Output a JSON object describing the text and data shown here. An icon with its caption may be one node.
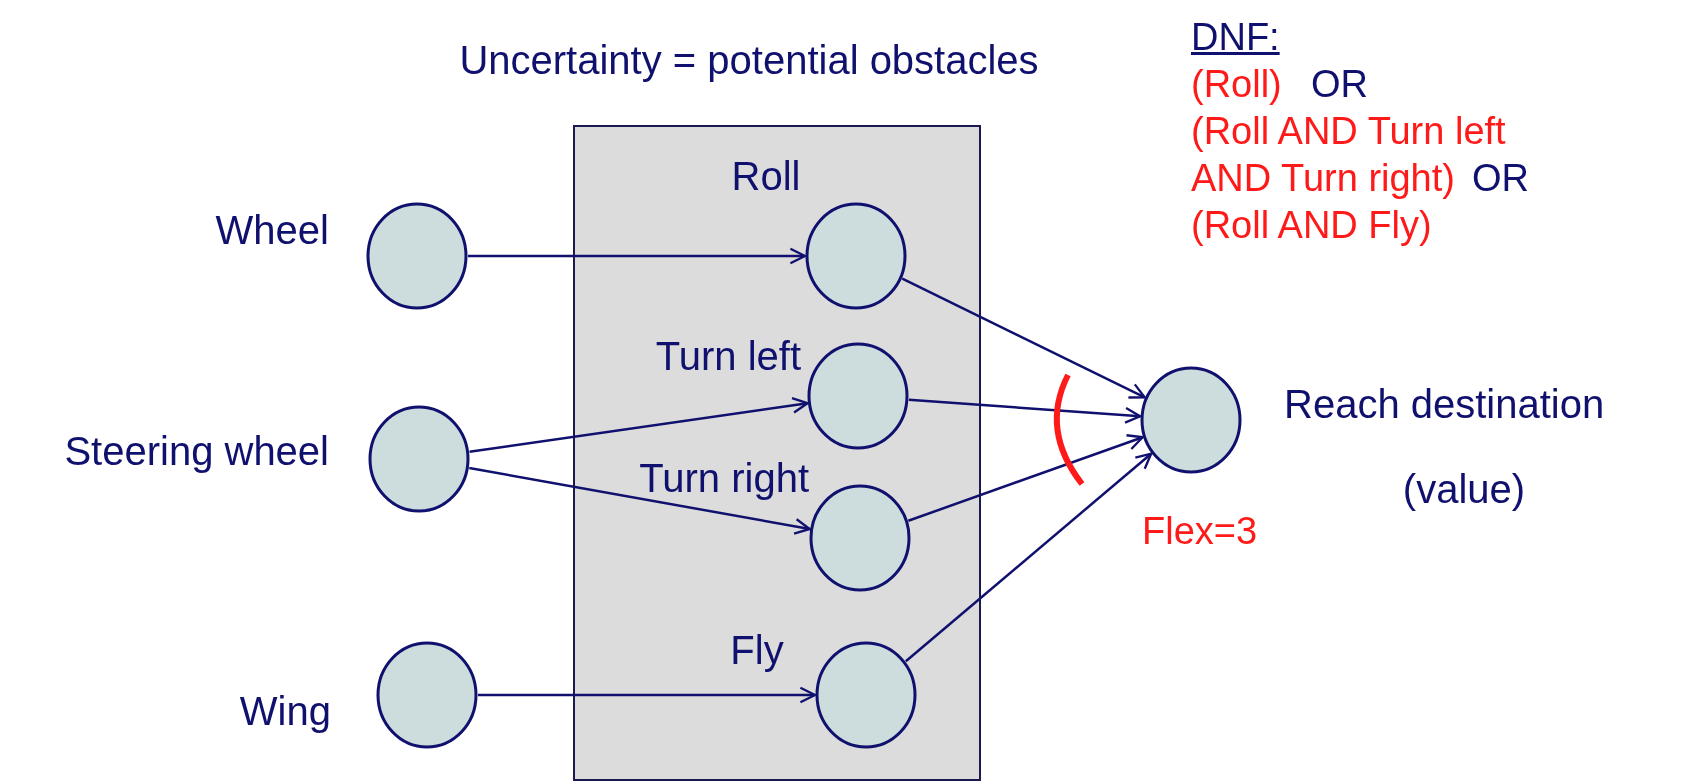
{
  "diagram": {
    "nodes": [
      {
        "text": [
          "Uncertainty = potential obstacles"
        ]
      },
      {
        "text": [
          "Wheel"
        ]
      },
      {
        "text": [
          "Steering wheel"
        ]
      },
      {
        "text": [
          "Wing"
        ]
      },
      {
        "text": [
          "Roll"
        ],
        "in": 0
      },
      {
        "text": [
          "Turn left"
        ],
        "in": 0
      },
      {
        "text": [
          "Turn right"
        ],
        "in": 0
      },
      {
        "text": [
          "Fly"
        ],
        "in": 0
      },
      {
        "text": [
          "Reach destination",
          "(value)"
        ]
      }
    ],
    "edges": [
      {
        "from": 1,
        "to": 4,
        "arrow": "to"
      },
      {
        "from": 2,
        "to": 5,
        "arrow": "to"
      },
      {
        "from": 2,
        "to": 6,
        "arrow": "to"
      },
      {
        "from": 3,
        "to": 7,
        "arrow": "to"
      },
      {
        "from": 4,
        "to": 8,
        "arrow": "to"
      },
      {
        "from": 5,
        "to": 8,
        "arrow": "to"
      },
      {
        "from": 6,
        "to": 8,
        "arrow": "to"
      },
      {
        "from": 7,
        "to": 8,
        "arrow": "to"
      }
    ],
    "labels": [
      "DNF:",
      "(Roll)",
      "OR",
      "(Roll AND Turn left AND Turn right)",
      "OR",
      "(Roll AND Fly)",
      "Flex=3"
    ]
  }
}
